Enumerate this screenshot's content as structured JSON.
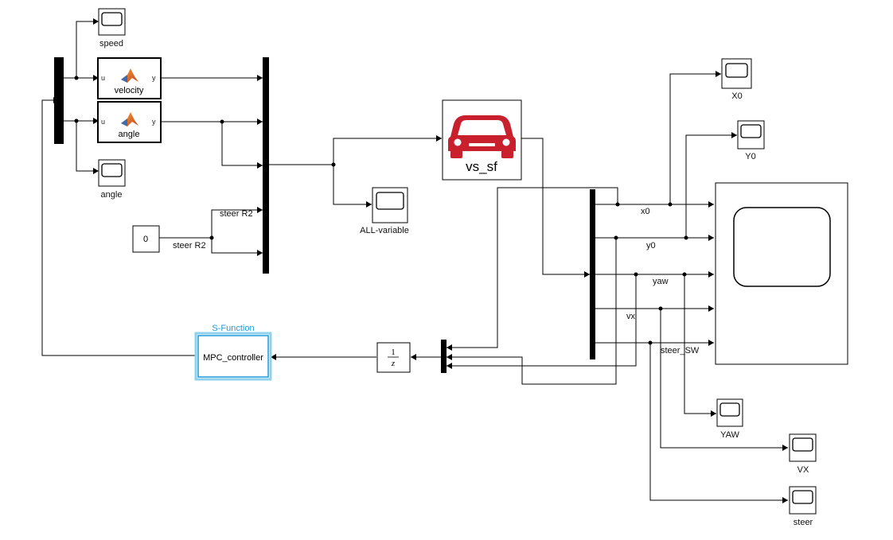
{
  "blocks": {
    "speed_scope": "speed",
    "velocity_fn": "velocity",
    "angle_fn": "angle",
    "angle_scope": "angle",
    "constant_value": "0",
    "steer_r2_top": "steer R2",
    "steer_r2_bottom": "steer R2",
    "all_variable_scope": "ALL-variable",
    "vehicle": "vs_sf",
    "x0_scope": "X0",
    "y0_scope": "Y0",
    "yaw_scope": "YAW",
    "vx_scope": "VX",
    "steer_scope": "steer",
    "sfunction_header": "S-Function",
    "controller": "MPC_controller",
    "delay_num": "1",
    "delay_den": "z",
    "port_u": "u",
    "port_y": "y"
  },
  "signals": {
    "x0": "x0",
    "y0": "y0",
    "yaw": "yaw",
    "vx": "vx",
    "steer_sw": "steer_SW"
  },
  "colors": {
    "wire": "#000000",
    "car_red": "#c8202c",
    "sfunction_blue": "#1f9bd7",
    "matlab_orange": "#e87722",
    "matlab_blue": "#3b6bb0"
  },
  "icons": {
    "function_block": "matlab-logo-icon",
    "vehicle": "car-icon",
    "scope": "scope-icon"
  }
}
